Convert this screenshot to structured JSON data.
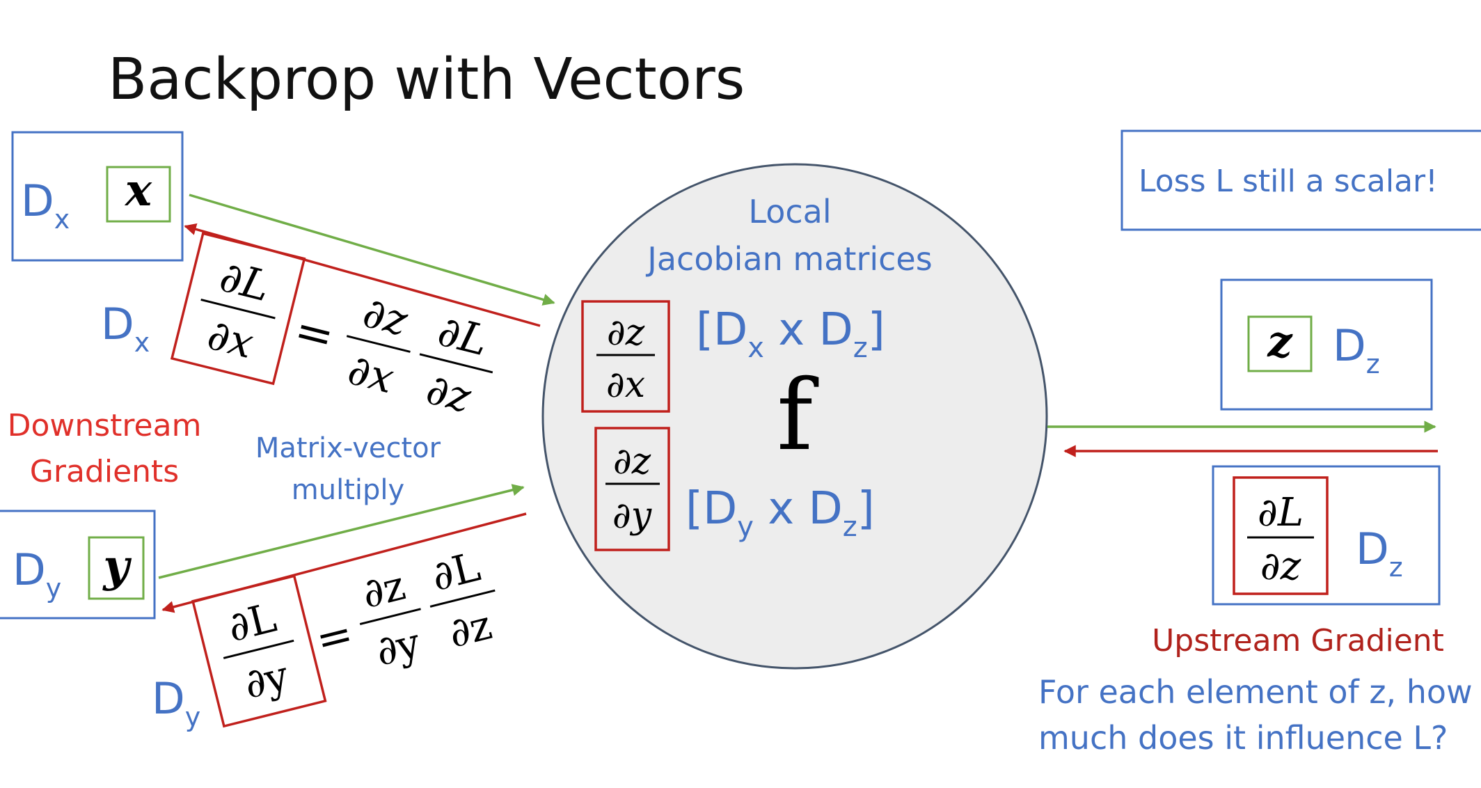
{
  "title": "Backprop with Vectors",
  "node": {
    "header_line1": "Local",
    "header_line2": "Jacobian matrices",
    "function_label": "f",
    "jacobian_x_dims": "[D",
    "jacobian_x_sub1": "x",
    "jacobian_x_mid": " x D",
    "jacobian_x_sub2": "z",
    "jacobian_x_end": "]",
    "jacobian_y_dims": "[D",
    "jacobian_y_sub1": "y",
    "jacobian_y_mid": " x D",
    "jacobian_y_sub2": "z",
    "jacobian_y_end": "]",
    "dz": "∂z",
    "dx": "∂x",
    "dy": "∂y"
  },
  "inputs": {
    "x_var": "x",
    "y_var": "y",
    "D": "D",
    "x_sub": "x",
    "y_sub": "y"
  },
  "output": {
    "z_var": "z",
    "D": "D",
    "z_sub": "z",
    "dL": "∂L",
    "dz": "∂z"
  },
  "equations": {
    "dL": "∂L",
    "dx": "∂x",
    "dy": "∂y",
    "dz": "∂z",
    "equals": "="
  },
  "labels": {
    "loss_note": "Loss L still a scalar!",
    "downstream_line1": "Downstream",
    "downstream_line2": "Gradients",
    "matvec_line1": "Matrix-vector",
    "matvec_line2": "multiply",
    "upstream": "Upstream Gradient",
    "question_line1": "For each element of z, how",
    "question_line2": "much does it influence L?"
  },
  "colors": {
    "blue": "#4472c4",
    "green": "#70ad47",
    "red": "#c0201c",
    "node_fill": "#ededed"
  }
}
